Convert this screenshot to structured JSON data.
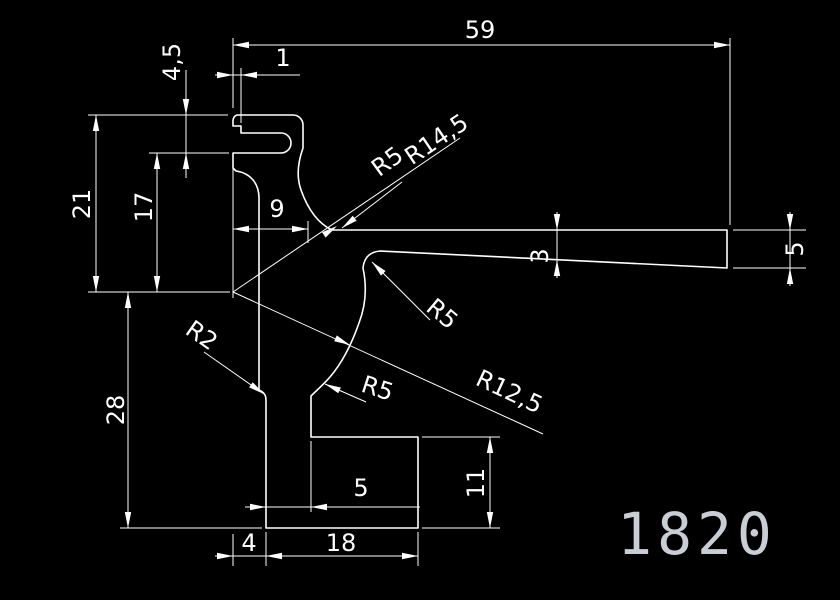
{
  "drawing": {
    "title": "profile-cross-section",
    "part_number": "1820",
    "colors": {
      "background": "#000000",
      "lines": "#ffffff",
      "part_number_text": "#c9cdd4"
    },
    "dimensions": {
      "width_59": "59",
      "lip_1": "1",
      "height_4_5": "4,5",
      "height_21": "21",
      "height_17": "17",
      "width_9": "9",
      "radius_r5_neck": "R5",
      "radius_r14_5": "R14,5",
      "thickness_3": "3",
      "end_height_5": "5",
      "radius_r5_arm": "R5",
      "radius_r12_5": "R12,5",
      "radius_r5_lower": "R5",
      "radius_r2": "R2",
      "height_28": "28",
      "height_11": "11",
      "width_5": "5",
      "width_4": "4",
      "width_18": "18"
    }
  }
}
